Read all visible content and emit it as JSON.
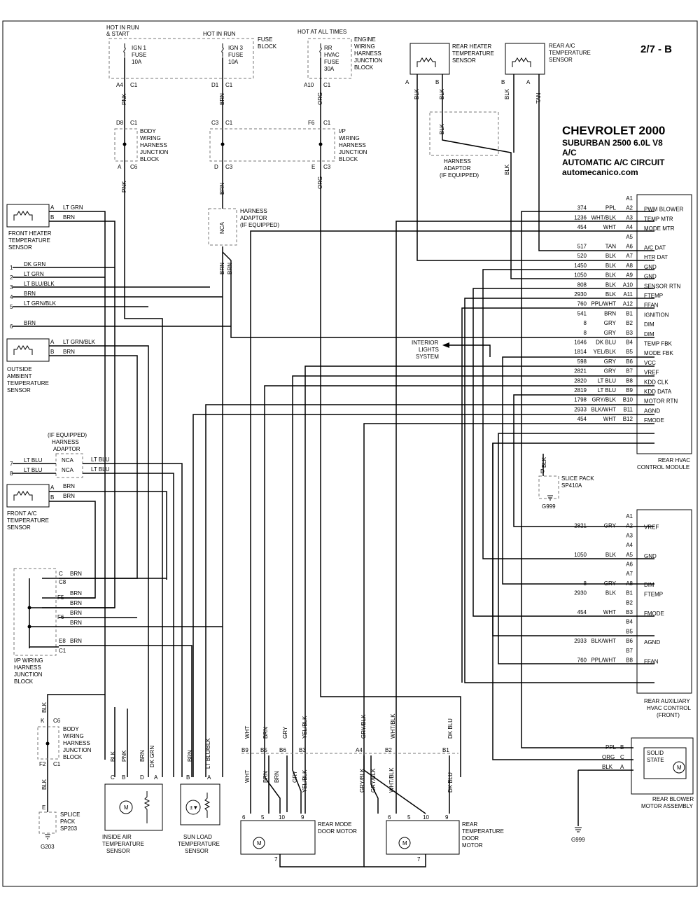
{
  "page_code": "2/7 - B",
  "header": {
    "make": "CHEVROLET 2000",
    "model": "SUBURBAN 2500  6.0L  V8",
    "system": "A/C",
    "circuit": "AUTOMATIC A/C CIRCUIT",
    "site": "automecanico.com"
  },
  "fuse_block": {
    "label1": "HOT IN RUN",
    "label2": "& START",
    "label3": "HOT IN RUN",
    "title1": "FUSE",
    "title2": "BLOCK",
    "ign1": [
      "IGN 1",
      "FUSE",
      "10A"
    ],
    "ign3": [
      "IGN 3",
      "FUSE",
      "10A"
    ]
  },
  "engine_block": {
    "hot_label": "HOT AT ALL TIMES",
    "fuse": [
      "RR",
      "HVAC",
      "FUSE",
      "30A"
    ],
    "title": [
      "ENGINE",
      "WIRING",
      "HARNESS",
      "JUNCTION",
      "BLOCK"
    ]
  },
  "body_jb_top": [
    "BODY",
    "WIRING",
    "HARNESS",
    "JUNCTION",
    "BLOCK"
  ],
  "ip_jb_top": [
    "I/P",
    "WIRING",
    "HARNESS",
    "JUNCTION",
    "BLOCK"
  ],
  "harness_adaptor": [
    "HARNESS",
    "ADAPTOR",
    "(IF EQUIPPED)"
  ],
  "harness_adaptor_right": [
    "HARNESS",
    "ADAPTOR",
    "(IF EQUIPPED)"
  ],
  "rear_heater_sensor": [
    "REAR HEATER",
    "TEMPERATURE",
    "SENSOR"
  ],
  "rear_ac_sensor": [
    "REAR A/C",
    "TEMPERATURE",
    "SENSOR"
  ],
  "interior_lights": [
    "INTERIOR",
    "LIGHTS",
    "SYSTEM"
  ],
  "front_heater_sensor": [
    "FRONT HEATER",
    "TEMPERATURE",
    "SENSOR"
  ],
  "outside_sensor": [
    "OUTSIDE",
    "AMBIENT",
    "TEMPERATURE",
    "SENSOR"
  ],
  "front_ac_sensor": [
    "FRONT A/C",
    "TEMPERATURE",
    "SENSOR"
  ],
  "ip_jb_bottom": [
    "I/P WIRING",
    "HARNESS",
    "JUNCTION",
    "BLOCK"
  ],
  "body_jb_bottom": [
    "BODY",
    "WIRING",
    "HARNESS",
    "JUNCTION",
    "BLOCK"
  ],
  "splice_sp203": [
    "SPLICE",
    "PACK",
    "SP203"
  ],
  "ground_g203": "G203",
  "inside_air_sensor": [
    "INSIDE AIR",
    "TEMPERATURE",
    "SENSOR"
  ],
  "sun_load_sensor": [
    "SUN LOAD",
    "TEMPERATURE",
    "SENSOR"
  ],
  "rear_mode_motor": [
    "REAR MODE",
    "DOOR MOTOR"
  ],
  "rear_temp_motor": [
    "REAR",
    "TEMPERATURE",
    "DOOR",
    "MOTOR"
  ],
  "solid_state": [
    "SOLID",
    "STATE"
  ],
  "rear_blower": [
    "REAR BLOWER",
    "MOTOR ASSEMBLY"
  ],
  "ground_g999": "G999",
  "splice_sp410a": [
    "SLICE PACK",
    "SP410A"
  ],
  "adaptor_if_equipped": [
    "(IF EQUIPPED)",
    "HARNESS",
    "ADAPTOR"
  ],
  "rear_hvac_module": {
    "title": [
      "REAR HVAC",
      "CONTROL MODULE"
    ],
    "pins": [
      {
        "pin": "A1",
        "circuit": "",
        "color": "",
        "func": ""
      },
      {
        "pin": "A2",
        "circuit": "374",
        "color": "PPL",
        "func": "PWM BLOWER"
      },
      {
        "pin": "A3",
        "circuit": "1236",
        "color": "WHT/BLK",
        "func": "TEMP MTR"
      },
      {
        "pin": "A4",
        "circuit": "454",
        "color": "WHT",
        "func": "MODE MTR"
      },
      {
        "pin": "A5",
        "circuit": "",
        "color": "",
        "func": ""
      },
      {
        "pin": "A6",
        "circuit": "517",
        "color": "TAN",
        "func": "A/C DAT"
      },
      {
        "pin": "A7",
        "circuit": "520",
        "color": "BLK",
        "func": "HTR DAT"
      },
      {
        "pin": "A8",
        "circuit": "1450",
        "color": "BLK",
        "func": "GND"
      },
      {
        "pin": "A9",
        "circuit": "1050",
        "color": "BLK",
        "func": "GND"
      },
      {
        "pin": "A10",
        "circuit": "808",
        "color": "BLK",
        "func": "SENSOR RTN"
      },
      {
        "pin": "A11",
        "circuit": "2930",
        "color": "BLK",
        "func": "FTEMP"
      },
      {
        "pin": "A12",
        "circuit": "760",
        "color": "PPL/WHT",
        "func": "FFAN"
      },
      {
        "pin": "B1",
        "circuit": "541",
        "color": "BRN",
        "func": "IGNITION"
      },
      {
        "pin": "B2",
        "circuit": "8",
        "color": "GRY",
        "func": "DIM"
      },
      {
        "pin": "B3",
        "circuit": "8",
        "color": "GRY",
        "func": "DIM"
      },
      {
        "pin": "B4",
        "circuit": "1646",
        "color": "DK BLU",
        "func": "TEMP FBK"
      },
      {
        "pin": "B5",
        "circuit": "1814",
        "color": "YEL/BLK",
        "func": "MODE FBK"
      },
      {
        "pin": "B6",
        "circuit": "598",
        "color": "GRY",
        "func": "VCC"
      },
      {
        "pin": "B7",
        "circuit": "2821",
        "color": "GRY",
        "func": "VREF"
      },
      {
        "pin": "B8",
        "circuit": "2820",
        "color": "LT BLU",
        "func": "KDD CLK"
      },
      {
        "pin": "B9",
        "circuit": "2819",
        "color": "LT BLU",
        "func": "KDD DATA"
      },
      {
        "pin": "B10",
        "circuit": "1798",
        "color": "GRY/BLK",
        "func": "MOTOR RTN"
      },
      {
        "pin": "B11",
        "circuit": "2933",
        "color": "BLK/WHT",
        "func": "AGND"
      },
      {
        "pin": "B12",
        "circuit": "454",
        "color": "WHT",
        "func": "FMODE"
      }
    ]
  },
  "rear_aux_control": {
    "title": [
      "REAR AUXILIARY",
      "HVAC CONTROL",
      "(FRONT)"
    ],
    "pins": [
      {
        "pin": "A1",
        "circuit": "",
        "color": "",
        "func": ""
      },
      {
        "pin": "A2",
        "circuit": "2821",
        "color": "GRY",
        "func": "VREF"
      },
      {
        "pin": "A3",
        "circuit": "",
        "color": "",
        "func": ""
      },
      {
        "pin": "A4",
        "circuit": "",
        "color": "",
        "func": ""
      },
      {
        "pin": "A5",
        "circuit": "1050",
        "color": "BLK",
        "func": "GND"
      },
      {
        "pin": "A6",
        "circuit": "",
        "color": "",
        "func": ""
      },
      {
        "pin": "A7",
        "circuit": "",
        "color": "",
        "func": ""
      },
      {
        "pin": "A8",
        "circuit": "8",
        "color": "GRY",
        "func": "DIM"
      },
      {
        "pin": "B1",
        "circuit": "2930",
        "color": "BLK",
        "func": "FTEMP"
      },
      {
        "pin": "B2",
        "circuit": "",
        "color": "",
        "func": ""
      },
      {
        "pin": "B3",
        "circuit": "454",
        "color": "WHT",
        "func": "FMODE"
      },
      {
        "pin": "B4",
        "circuit": "",
        "color": "",
        "func": ""
      },
      {
        "pin": "B5",
        "circuit": "",
        "color": "",
        "func": ""
      },
      {
        "pin": "B6",
        "circuit": "2933",
        "color": "BLK/WHT",
        "func": "AGND"
      },
      {
        "pin": "B7",
        "circuit": "",
        "color": "",
        "func": ""
      },
      {
        "pin": "B8",
        "circuit": "760",
        "color": "PPL/WHT",
        "func": "FFAN"
      }
    ]
  },
  "left_wires": [
    {
      "num": "1",
      "color": "DK GRN"
    },
    {
      "num": "2",
      "color": "LT GRN"
    },
    {
      "num": "3",
      "color": "LT BLU/BLK"
    },
    {
      "num": "4",
      "color": "BRN"
    },
    {
      "num": "5",
      "color": "LT GRN/BLK"
    },
    {
      "num": "6",
      "color": "BRN"
    },
    {
      "num": "7",
      "color": "LT BLU"
    },
    {
      "num": "8",
      "color": "LT BLU"
    }
  ],
  "nca": "NCA",
  "solid_pins": [
    {
      "color": "PPL",
      "pin": "B"
    },
    {
      "color": "ORG",
      "pin": "C"
    },
    {
      "color": "BLK",
      "pin": "A"
    }
  ]
}
